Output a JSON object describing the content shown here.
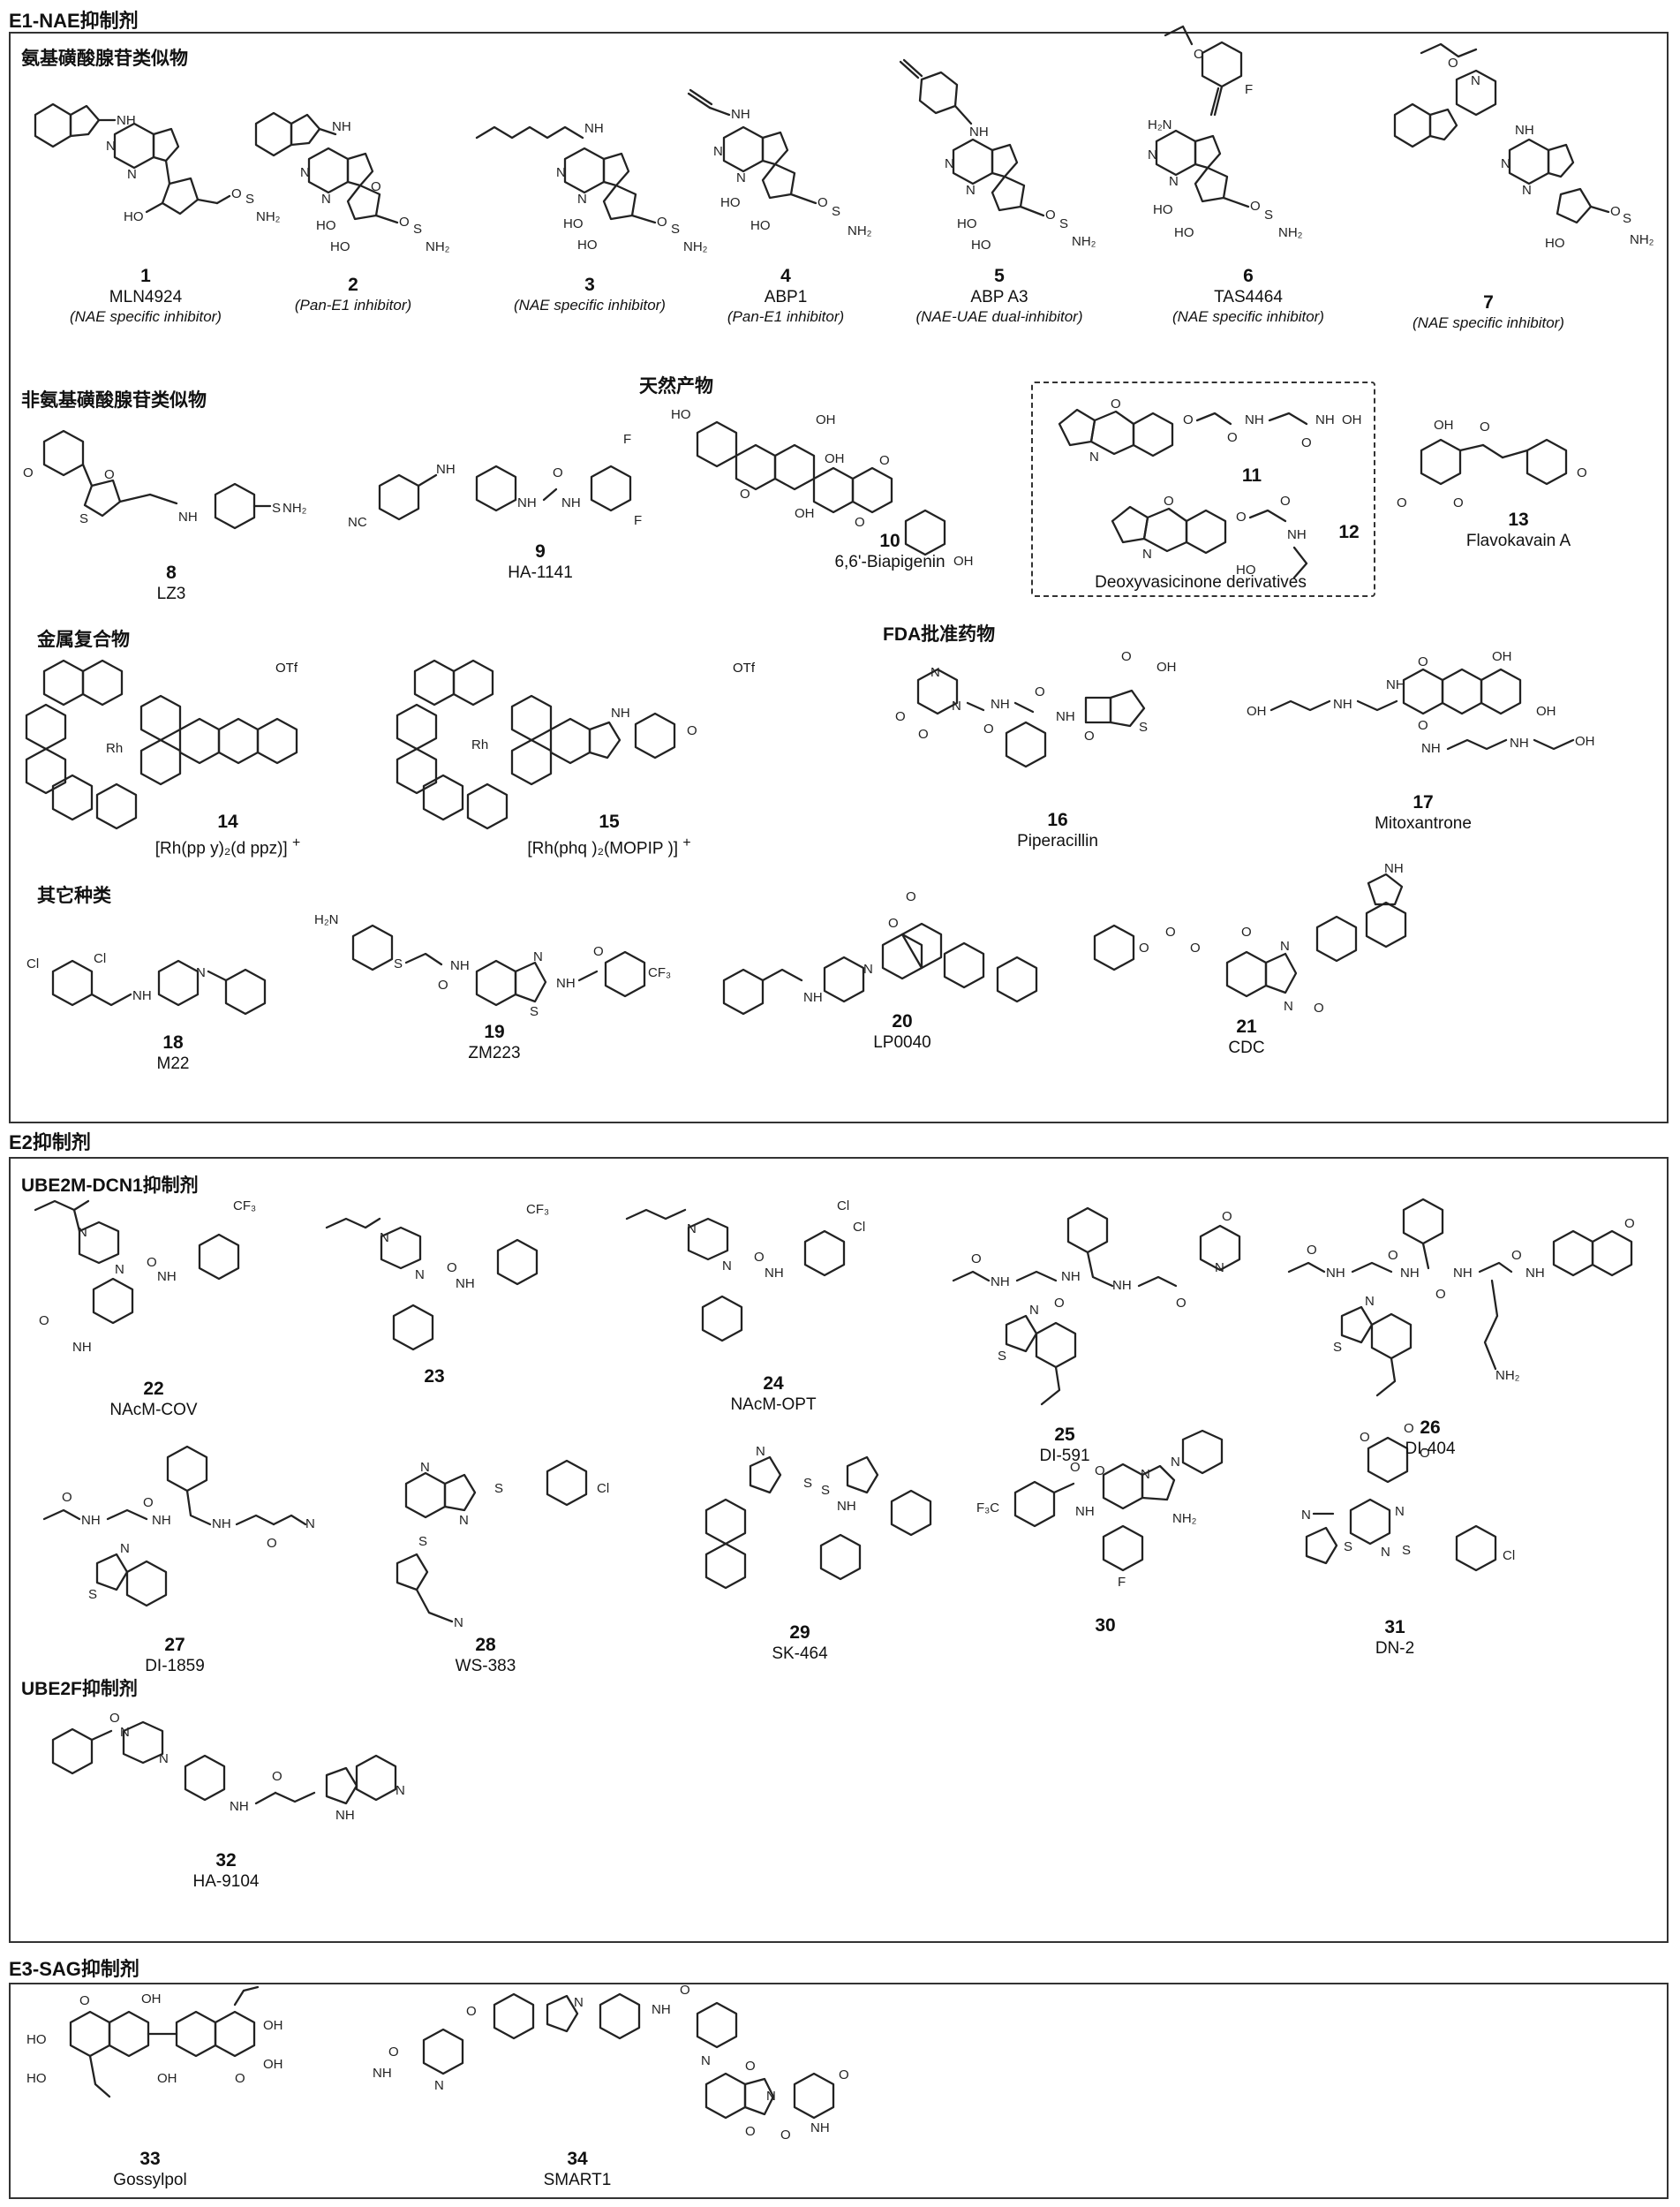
{
  "sections": {
    "e1": {
      "title": "E1-NAE抑制剂",
      "sub_amp": "氨基磺酸腺苷类似物",
      "sub_nonamp": "非氨基磺酸腺苷类似物",
      "sub_natural": "天然产物",
      "sub_metal": "金属复合物",
      "sub_fda": "FDA批准药物",
      "sub_other": "其它种类"
    },
    "e2": {
      "title": "E2抑制剂",
      "sub_dcn1": "UBE2M-DCN1抑制剂",
      "sub_ube2f": "UBE2F抑制剂"
    },
    "e3": {
      "title": "E3-SAG抑制剂"
    }
  },
  "compounds": {
    "c1": {
      "num": "1",
      "name": "MLN4924",
      "note": "(NAE specific inhibitor)"
    },
    "c2": {
      "num": "2",
      "note": "(Pan-E1 inhibitor)"
    },
    "c3": {
      "num": "3",
      "note": "(NAE specific inhibitor)"
    },
    "c4": {
      "num": "4",
      "name": "ABP1",
      "note": "(Pan-E1 inhibitor)"
    },
    "c5": {
      "num": "5",
      "name": "ABP A3",
      "note": "(NAE-UAE dual-inhibitor)"
    },
    "c6": {
      "num": "6",
      "name": "TAS4464",
      "note": "(NAE specific inhibitor)"
    },
    "c7": {
      "num": "7",
      "note": "(NAE specific inhibitor)"
    },
    "c8": {
      "num": "8",
      "name": "LZ3"
    },
    "c9": {
      "num": "9",
      "name": "HA-1141"
    },
    "c10": {
      "num": "10",
      "name": "6,6'-Biapigenin"
    },
    "c11": {
      "num": "11"
    },
    "c12": {
      "num": "12"
    },
    "deoxy": {
      "name": "Deoxyvasicinone   derivatives"
    },
    "c13": {
      "num": "13",
      "name": "Flavokavain   A"
    },
    "c14": {
      "num": "14",
      "name": "[Rh(pp y)₂(d ppz)]",
      "charge": "+",
      "counter": "OTf"
    },
    "c15": {
      "num": "15",
      "name": "[Rh(phq )₂(MOPIP )]",
      "charge": "+",
      "counter": "OTf"
    },
    "c16": {
      "num": "16",
      "name": "Piperacillin"
    },
    "c17": {
      "num": "17",
      "name": "Mitoxantrone"
    },
    "c18": {
      "num": "18",
      "name": "M22"
    },
    "c19": {
      "num": "19",
      "name": "ZM223"
    },
    "c20": {
      "num": "20",
      "name": "LP0040"
    },
    "c21": {
      "num": "21",
      "name": "CDC"
    },
    "c22": {
      "num": "22",
      "name": "NAcM-COV"
    },
    "c23": {
      "num": "23"
    },
    "c24": {
      "num": "24",
      "name": "NAcM-OPT"
    },
    "c25": {
      "num": "25",
      "name": "DI-591"
    },
    "c26": {
      "num": "26",
      "name": "DI-404"
    },
    "c27": {
      "num": "27",
      "name": "DI-1859"
    },
    "c28": {
      "num": "28",
      "name": "WS-383"
    },
    "c29": {
      "num": "29",
      "name": "SK-464"
    },
    "c30": {
      "num": "30"
    },
    "c31": {
      "num": "31",
      "name": "DN-2"
    },
    "c32": {
      "num": "32",
      "name": "HA-9104"
    },
    "c33": {
      "num": "33",
      "name": "Gossylpol"
    },
    "c34": {
      "num": "34",
      "name": "SMART1"
    }
  },
  "atoms": {
    "nh": "NH",
    "n": "N",
    "o": "O",
    "s": "S",
    "oh": "OH",
    "ho": "HO",
    "nh2": "NH₂",
    "cf3": "CF₃",
    "cl": "Cl",
    "f": "F",
    "rh": "Rh",
    "nc": "NC",
    "h2n": "H₂N",
    "f3c": "F₃C"
  }
}
